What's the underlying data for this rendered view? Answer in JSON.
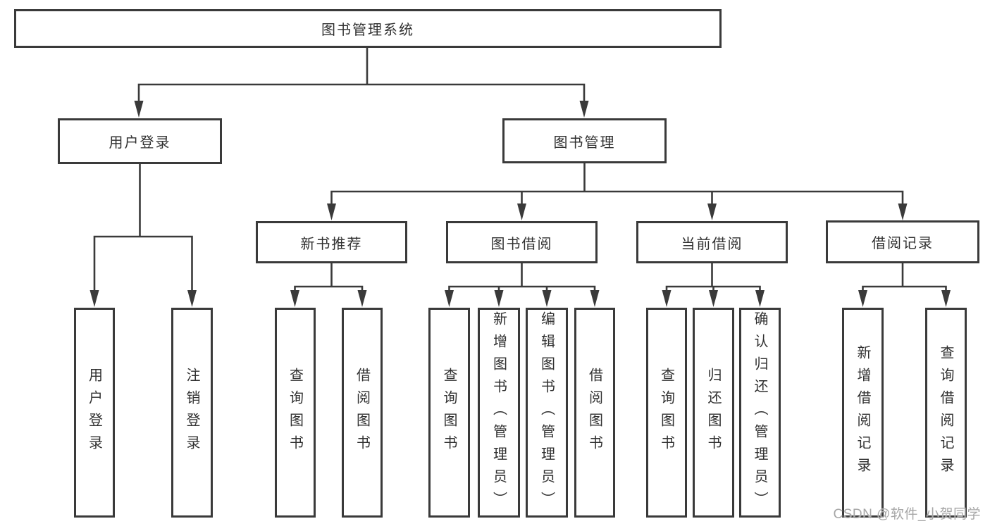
{
  "diagram": {
    "root": {
      "label": "图书管理系统"
    },
    "level2": [
      {
        "label": "用户登录"
      },
      {
        "label": "图书管理"
      }
    ],
    "level3": [
      {
        "parent": "图书管理",
        "label": "新书推荐"
      },
      {
        "parent": "图书管理",
        "label": "图书借阅"
      },
      {
        "parent": "图书管理",
        "label": "当前借阅"
      },
      {
        "parent": "图书管理",
        "label": "借阅记录"
      }
    ],
    "leaves": [
      {
        "parent": "用户登录",
        "label": "用户登录"
      },
      {
        "parent": "用户登录",
        "label": "注销登录"
      },
      {
        "parent": "新书推荐",
        "label": "查询图书"
      },
      {
        "parent": "新书推荐",
        "label": "借阅图书"
      },
      {
        "parent": "图书借阅",
        "label": "查询图书"
      },
      {
        "parent": "图书借阅",
        "label": "新增图书（管理员）"
      },
      {
        "parent": "图书借阅",
        "label": "编辑图书（管理员）"
      },
      {
        "parent": "图书借阅",
        "label": "借阅图书"
      },
      {
        "parent": "当前借阅",
        "label": "查询图书"
      },
      {
        "parent": "当前借阅",
        "label": "归还图书"
      },
      {
        "parent": "当前借阅",
        "label": "确认归还（管理员）"
      },
      {
        "parent": "借阅记录",
        "label": "新增借阅记录"
      },
      {
        "parent": "借阅记录",
        "label": "查询借阅记录"
      }
    ],
    "watermark": "CSDN @软件_小贺同学",
    "colors": {
      "line": "#3a3a3a",
      "box_border": "#3a3a3a",
      "text": "#303030",
      "watermark": "#a6a6a6",
      "background": "#ffffff"
    }
  }
}
